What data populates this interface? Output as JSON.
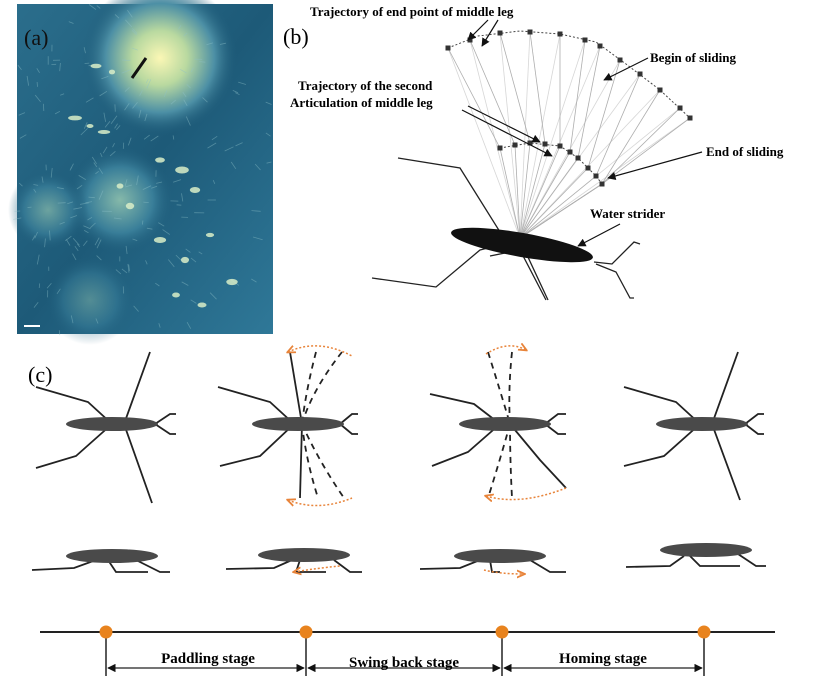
{
  "panels": {
    "a": "(a)",
    "b": "(b)",
    "c": "(c)"
  },
  "annotations": {
    "trajectory_end_point": "Trajectory of end point of middle leg",
    "begin_sliding": "Begin of sliding",
    "trajectory_second_line1": "Trajectory of the second",
    "trajectory_second_line2": "Articulation of middle leg",
    "end_sliding": "End of sliding",
    "water_strider": "Water strider"
  },
  "stages": [
    {
      "label": "Paddling stage"
    },
    {
      "label": "Swing back stage"
    },
    {
      "label": "Homing stage"
    }
  ],
  "colors": {
    "photo_bg": "#1d5a78",
    "photo_glow": "#f2f0a8",
    "body": "#4a4a4a",
    "trajectory_orange": "#e8843a",
    "timeline_dot": "#e8831e"
  }
}
